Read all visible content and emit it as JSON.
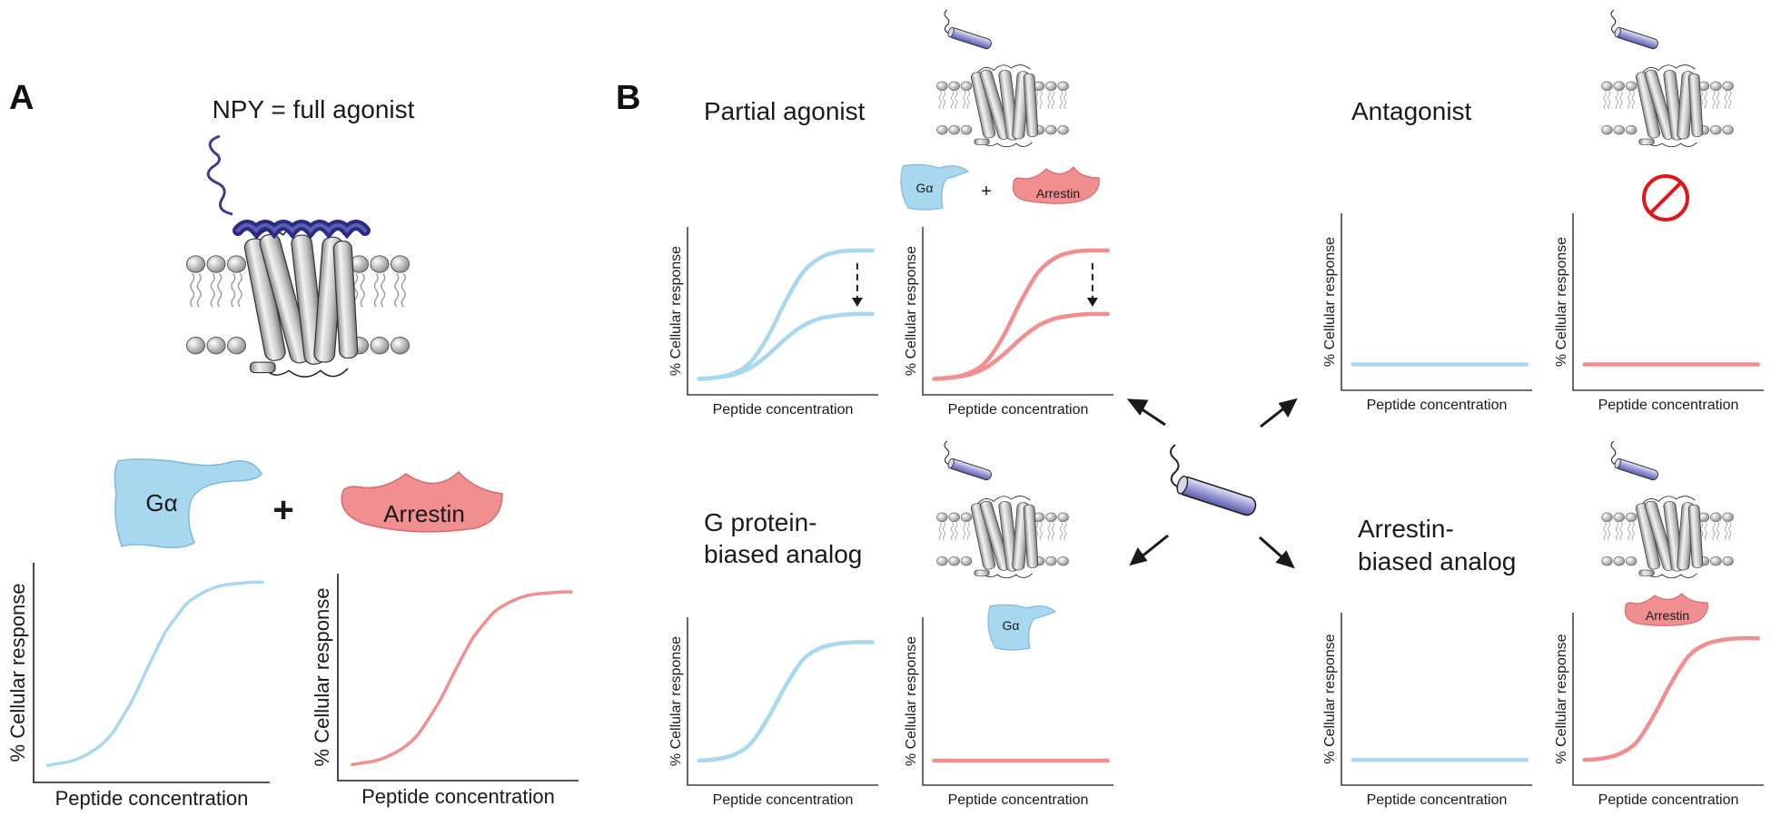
{
  "panels": {
    "a": {
      "letter": "A",
      "title": "NPY = full agonist",
      "galpha": "Gα",
      "plus": "+",
      "arrestin": "Arrestin"
    },
    "b": {
      "letter": "B",
      "partial_agonist": "Partial agonist",
      "antagonist": "Antagonist",
      "gprotein_line1": "G protein-",
      "gprotein_line2": "biased analog",
      "arrestin_line1": "Arrestin-",
      "arrestin_line2": "biased analog",
      "galpha": "Gα",
      "plus": "+",
      "arrestin": "Arrestin"
    }
  },
  "axis_labels": {
    "y": "% Cellular response",
    "x": "Peptide concentration"
  },
  "colors": {
    "gprotein": "#a8d8f0",
    "arrestin": "#f08e90",
    "ligand": "#3d3d8c",
    "no_sign": "#e0161b"
  },
  "icons": [
    "receptor-icon",
    "peptide-ligand-icon",
    "no-binding-icon"
  ],
  "chart_data": [
    {
      "id": "a-gprotein",
      "type": "line",
      "color": "gprotein",
      "xlabel": "Peptide concentration",
      "ylabel": "% Cellular response",
      "xlim": [
        0,
        1
      ],
      "ylim": [
        0,
        1
      ],
      "series": [
        {
          "x": [
            0,
            0.05,
            0.1,
            0.15,
            0.2,
            0.25,
            0.3,
            0.35,
            0.4,
            0.45,
            0.5,
            0.55,
            0.6,
            0.65,
            0.7,
            0.75,
            0.8,
            0.85,
            0.9,
            0.95,
            1
          ],
          "values": [
            0.02,
            0.03,
            0.04,
            0.06,
            0.09,
            0.13,
            0.19,
            0.28,
            0.38,
            0.5,
            0.62,
            0.73,
            0.81,
            0.88,
            0.92,
            0.95,
            0.97,
            0.98,
            0.985,
            0.99,
            0.99
          ]
        }
      ]
    },
    {
      "id": "a-arrestin",
      "type": "line",
      "color": "arrestin",
      "xlabel": "Peptide concentration",
      "ylabel": "% Cellular response",
      "xlim": [
        0,
        1
      ],
      "ylim": [
        0,
        1
      ],
      "series": [
        {
          "x": [
            0,
            0.05,
            0.1,
            0.15,
            0.2,
            0.25,
            0.3,
            0.35,
            0.4,
            0.45,
            0.5,
            0.55,
            0.6,
            0.65,
            0.7,
            0.75,
            0.8,
            0.85,
            0.9,
            0.95,
            1
          ],
          "values": [
            0.02,
            0.03,
            0.04,
            0.06,
            0.09,
            0.13,
            0.19,
            0.28,
            0.38,
            0.5,
            0.62,
            0.73,
            0.81,
            0.88,
            0.92,
            0.95,
            0.97,
            0.98,
            0.985,
            0.99,
            0.99
          ]
        }
      ]
    },
    {
      "id": "partial-gprotein",
      "type": "line",
      "color": "gprotein",
      "xlabel": "Peptide concentration",
      "ylabel": "% Cellular response",
      "xlim": [
        0,
        1
      ],
      "ylim": [
        0,
        1
      ],
      "series": [
        {
          "x": [
            0,
            0.1,
            0.2,
            0.3,
            0.4,
            0.5,
            0.6,
            0.7,
            0.8,
            0.9,
            1
          ],
          "values": [
            0.04,
            0.05,
            0.08,
            0.16,
            0.34,
            0.58,
            0.78,
            0.88,
            0.92,
            0.93,
            0.93
          ]
        },
        {
          "x": [
            0,
            0.1,
            0.2,
            0.3,
            0.4,
            0.5,
            0.6,
            0.7,
            0.8,
            0.9,
            1
          ],
          "values": [
            0.04,
            0.05,
            0.07,
            0.12,
            0.21,
            0.32,
            0.41,
            0.46,
            0.48,
            0.49,
            0.49
          ]
        }
      ]
    },
    {
      "id": "partial-arrestin",
      "type": "line",
      "color": "arrestin",
      "xlabel": "Peptide concentration",
      "ylabel": "% Cellular response",
      "xlim": [
        0,
        1
      ],
      "ylim": [
        0,
        1
      ],
      "series": [
        {
          "x": [
            0,
            0.1,
            0.2,
            0.3,
            0.4,
            0.5,
            0.6,
            0.7,
            0.8,
            0.9,
            1
          ],
          "values": [
            0.04,
            0.05,
            0.08,
            0.16,
            0.34,
            0.58,
            0.78,
            0.88,
            0.92,
            0.93,
            0.93
          ]
        },
        {
          "x": [
            0,
            0.1,
            0.2,
            0.3,
            0.4,
            0.5,
            0.6,
            0.7,
            0.8,
            0.9,
            1
          ],
          "values": [
            0.04,
            0.05,
            0.07,
            0.12,
            0.21,
            0.32,
            0.41,
            0.46,
            0.48,
            0.49,
            0.49
          ]
        }
      ]
    },
    {
      "id": "antag-gprotein",
      "type": "line",
      "color": "gprotein",
      "xlabel": "Peptide concentration",
      "ylabel": "% Cellular response",
      "xlim": [
        0,
        1
      ],
      "ylim": [
        0,
        1
      ],
      "series": [
        {
          "x": [
            0,
            1
          ],
          "values": [
            0.1,
            0.1
          ]
        }
      ]
    },
    {
      "id": "antag-arrestin",
      "type": "line",
      "color": "arrestin",
      "xlabel": "Peptide concentration",
      "ylabel": "% Cellular response",
      "xlim": [
        0,
        1
      ],
      "ylim": [
        0,
        1
      ],
      "series": [
        {
          "x": [
            0,
            1
          ],
          "values": [
            0.1,
            0.1
          ]
        }
      ]
    },
    {
      "id": "gbias-gprotein",
      "type": "line",
      "color": "gprotein",
      "xlabel": "Peptide concentration",
      "ylabel": "% Cellular response",
      "xlim": [
        0,
        1
      ],
      "ylim": [
        0,
        1
      ],
      "series": [
        {
          "x": [
            0,
            0.1,
            0.2,
            0.3,
            0.4,
            0.5,
            0.6,
            0.7,
            0.8,
            0.9,
            1
          ],
          "values": [
            0.1,
            0.11,
            0.14,
            0.22,
            0.4,
            0.62,
            0.8,
            0.88,
            0.91,
            0.92,
            0.92
          ]
        }
      ]
    },
    {
      "id": "gbias-arrestin",
      "type": "line",
      "color": "arrestin",
      "xlabel": "Peptide concentration",
      "ylabel": "% Cellular response",
      "xlim": [
        0,
        1
      ],
      "ylim": [
        0,
        1
      ],
      "series": [
        {
          "x": [
            0,
            1
          ],
          "values": [
            0.1,
            0.1
          ]
        }
      ]
    },
    {
      "id": "abias-gprotein",
      "type": "line",
      "color": "gprotein",
      "xlabel": "Peptide concentration",
      "ylabel": "% Cellular response",
      "xlim": [
        0,
        1
      ],
      "ylim": [
        0,
        1
      ],
      "series": [
        {
          "x": [
            0,
            1
          ],
          "values": [
            0.1,
            0.1
          ]
        }
      ]
    },
    {
      "id": "abias-arrestin",
      "type": "line",
      "color": "arrestin",
      "xlabel": "Peptide concentration",
      "ylabel": "% Cellular response",
      "xlim": [
        0,
        1
      ],
      "ylim": [
        0,
        1
      ],
      "series": [
        {
          "x": [
            0,
            0.1,
            0.2,
            0.3,
            0.4,
            0.5,
            0.6,
            0.7,
            0.8,
            0.9,
            1
          ],
          "values": [
            0.1,
            0.11,
            0.14,
            0.22,
            0.4,
            0.62,
            0.8,
            0.88,
            0.91,
            0.92,
            0.92
          ]
        }
      ]
    }
  ]
}
